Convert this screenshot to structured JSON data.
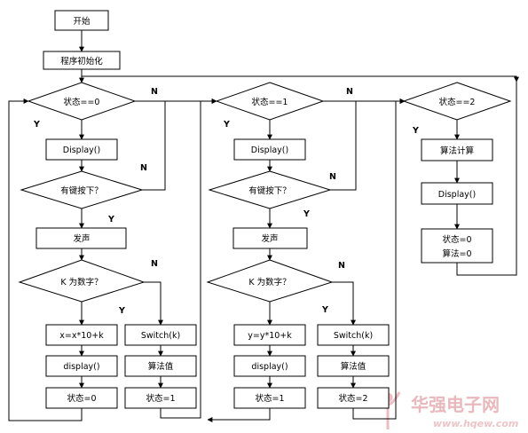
{
  "nodes": {
    "start": "开始",
    "init": "程序初始化",
    "state0": "状态==0",
    "state1": "状态==1",
    "state2": "状态==2",
    "display_a": "Display()",
    "display_b": "Display()",
    "display_c": "Display()",
    "key_a": "有键按下？",
    "key_b": "有键按下？",
    "sound_a": "发声",
    "sound_b": "发声",
    "kdigit_a": "K 为数字？",
    "kdigit_b": "K 为数字？",
    "xcalc": "x=x*10+k",
    "ycalc": "y=y*10+k",
    "switch_a": "Switch(k)",
    "switch_b": "Switch(k)",
    "disp_small_a": "display()",
    "disp_small_b": "display()",
    "algval_a": "算法值",
    "algval_b": "算法值",
    "set0": "状态=0",
    "set1_a": "状态=1",
    "set1_b": "状态=1",
    "set2": "状态=2",
    "algcalc": "算法计算",
    "reset_line1": "状态=0",
    "reset_line2": "算法=0"
  },
  "branch_labels": {
    "yes": "Y",
    "no": "N"
  },
  "watermark": {
    "brand": "华强电子网",
    "url": "www.hqew.com"
  }
}
